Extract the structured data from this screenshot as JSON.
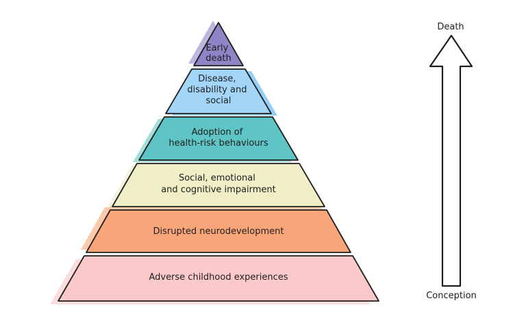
{
  "page": {
    "background": "#ffffff",
    "outline_color": "#1d1d1d",
    "text_color": "#1e1e1e"
  },
  "pyramid": {
    "description": "Adverse childhood experiences pyramid, bottom (earliest in life) to top (latest)",
    "levels": [
      {
        "label": "Early death",
        "lines": [
          "Early",
          "death"
        ],
        "color": "#8d85c6",
        "shadow": "#b2aad9"
      },
      {
        "label": "Disease, disability and social",
        "lines": [
          "Disease,",
          "disability and",
          "social"
        ],
        "color": "#a3d5f7",
        "shadow": "#84c7f3"
      },
      {
        "label": "Adoption of health-risk behaviours",
        "lines": [
          "Adoption of",
          "health-risk behaviours"
        ],
        "color": "#5ec4c6",
        "shadow": "#92d7d3"
      },
      {
        "label": "Social, emotional and cognitive impairment",
        "lines": [
          "Social, emotional",
          "and cognitive impairment"
        ],
        "color": "#efeec6",
        "shadow": "#f3f1d4"
      },
      {
        "label": "Disrupted neurodevelopment",
        "lines": [
          "Disrupted neurodevelopment"
        ],
        "color": "#f9a57a",
        "shadow": "#fbc19c"
      },
      {
        "label": "Adverse childhood experiences",
        "lines": [
          "Adverse childhood experiences"
        ],
        "color": "#fcc9ca",
        "shadow": "#fbd7d8"
      }
    ]
  },
  "timeline_arrow": {
    "top_label": "Death",
    "bottom_label": "Conception",
    "fill": "#ffffff",
    "outline_color": "#1d1d1d",
    "direction": "up"
  }
}
